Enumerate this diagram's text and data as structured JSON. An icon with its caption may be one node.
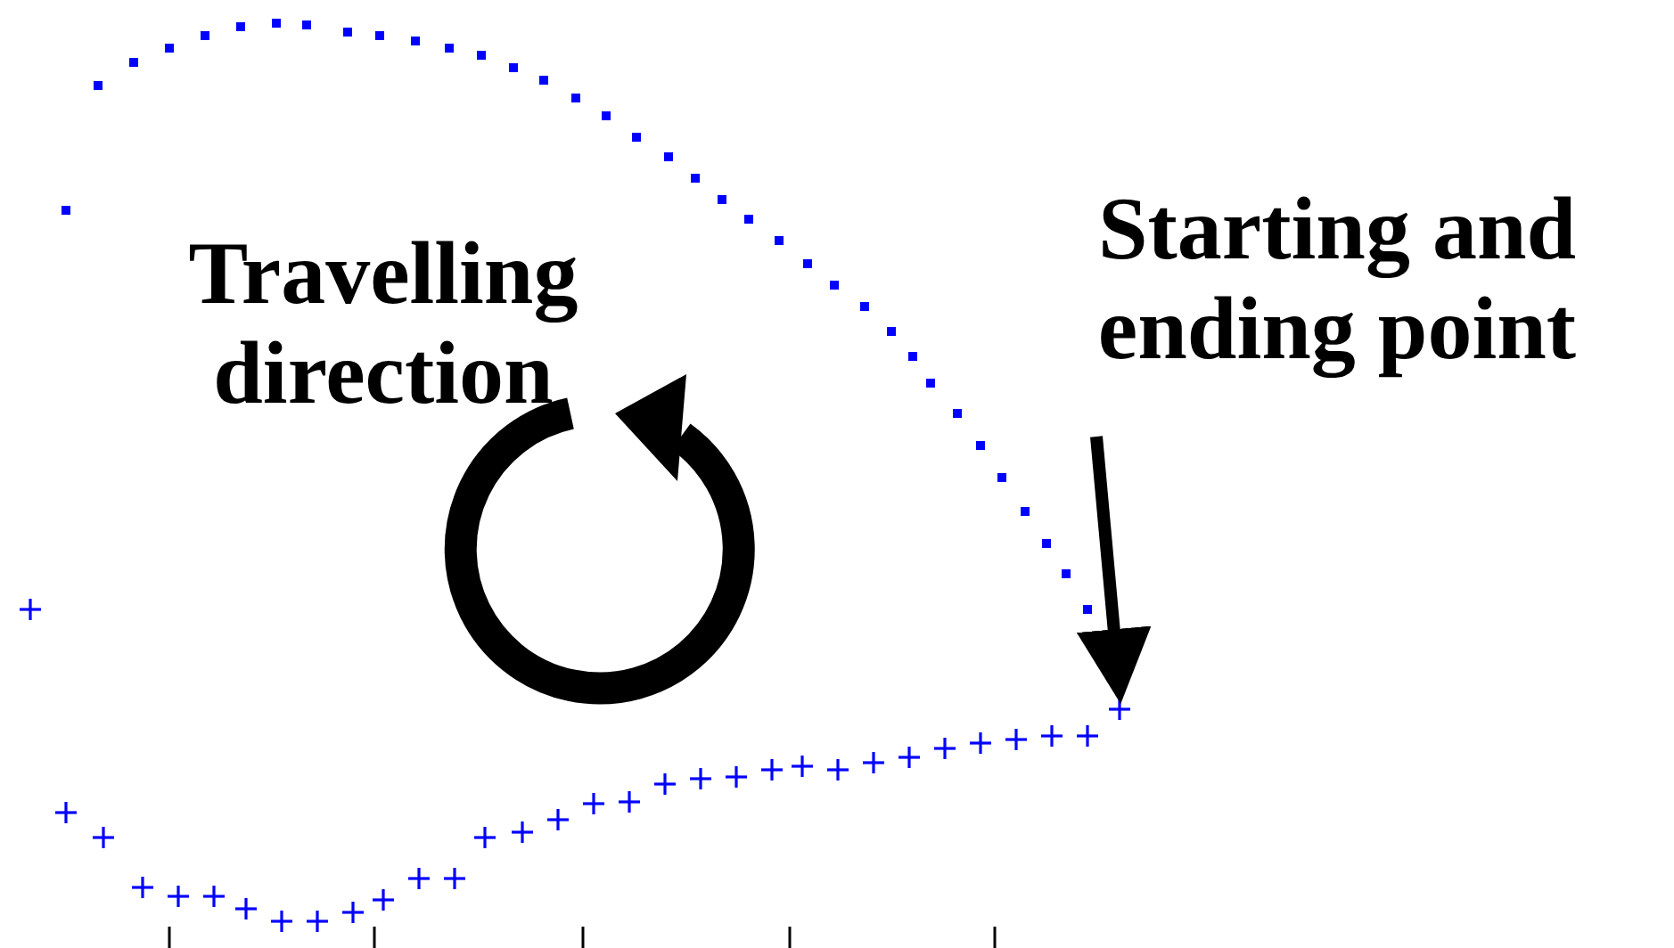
{
  "diagram": {
    "nodes": [
      {
        "text": [
          "Starting and ending point"
        ]
      },
      {
        "text": [],
        "shape": "cross"
      }
    ],
    "edges": [
      {
        "from": 0,
        "to": 1,
        "arrow": "to"
      }
    ],
    "labels": [
      "Travelling direction"
    ]
  }
}
